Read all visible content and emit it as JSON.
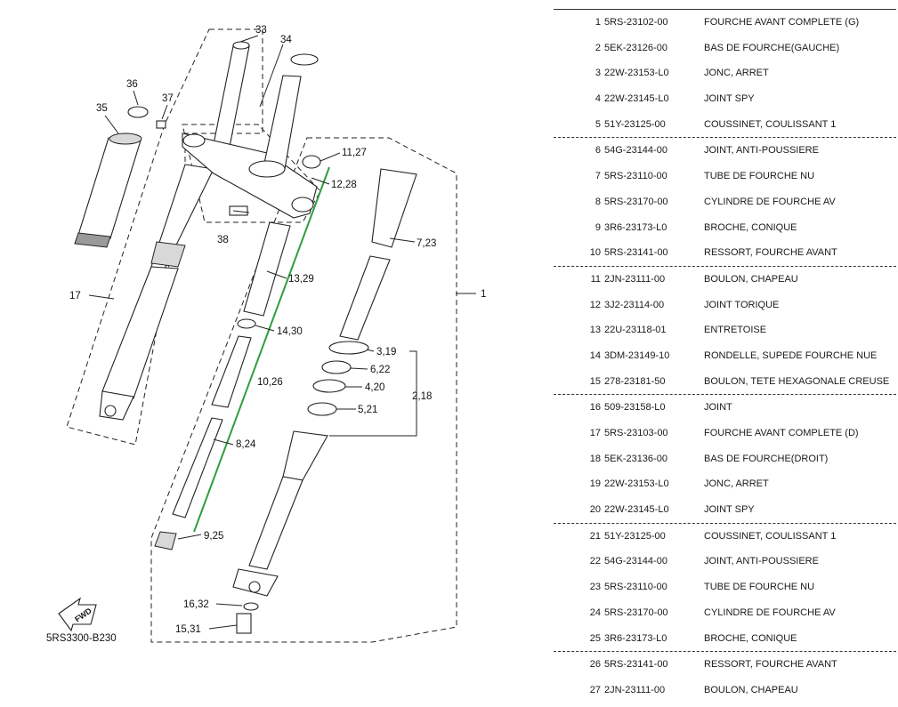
{
  "diagram": {
    "ref_code": "5RS3300-B230",
    "fwd_label": "FWD",
    "callouts": {
      "c33": "33",
      "c34": "34",
      "c36": "36",
      "c37": "37",
      "c35": "35",
      "c11_27": "11,27",
      "c12_28": "12,28",
      "c7_23": "7,23",
      "c38": "38",
      "c13_29": "13,29",
      "c1": "1",
      "c17": "17",
      "c14_30": "14,30",
      "c3_19": "3,19",
      "c6_22": "6,22",
      "c10_26": "10,26",
      "c4_20": "4,20",
      "c2_18": "2,18",
      "c5_21": "5,21",
      "c8_24": "8,24",
      "c9_25": "9,25",
      "c16_32": "16,32",
      "c15_31": "15,31"
    },
    "highlight_color": "#2e9e3e"
  },
  "parts": [
    {
      "idx": "1",
      "part_no": "5RS-23102-00",
      "desc": "FOURCHE AVANT COMPLETE (G)"
    },
    {
      "idx": "2",
      "part_no": "5EK-23126-00",
      "desc": "BAS DE FOURCHE(GAUCHE)"
    },
    {
      "idx": "3",
      "part_no": "22W-23153-L0",
      "desc": "JONC, ARRET"
    },
    {
      "idx": "4",
      "part_no": "22W-23145-L0",
      "desc": "JOINT SPY"
    },
    {
      "idx": "5",
      "part_no": "51Y-23125-00",
      "desc": "COUSSINET, COULISSANT 1"
    },
    {
      "idx": "6",
      "part_no": "54G-23144-00",
      "desc": "JOINT, ANTI-POUSSIERE"
    },
    {
      "idx": "7",
      "part_no": "5RS-23110-00",
      "desc": "TUBE DE FOURCHE NU"
    },
    {
      "idx": "8",
      "part_no": "5RS-23170-00",
      "desc": "CYLINDRE DE FOURCHE AV"
    },
    {
      "idx": "9",
      "part_no": "3R6-23173-L0",
      "desc": "BROCHE, CONIQUE"
    },
    {
      "idx": "10",
      "part_no": "5RS-23141-00",
      "desc": "RESSORT, FOURCHE AVANT"
    },
    {
      "idx": "11",
      "part_no": "2JN-23111-00",
      "desc": "BOULON, CHAPEAU"
    },
    {
      "idx": "12",
      "part_no": "3J2-23114-00",
      "desc": "JOINT TORIQUE"
    },
    {
      "idx": "13",
      "part_no": "22U-23118-01",
      "desc": "ENTRETOISE"
    },
    {
      "idx": "14",
      "part_no": "3DM-23149-10",
      "desc": "RONDELLE, SUPEDE FOURCHE NUE"
    },
    {
      "idx": "15",
      "part_no": "278-23181-50",
      "desc": "BOULON, TETE HEXAGONALE CREUSE"
    },
    {
      "idx": "16",
      "part_no": "509-23158-L0",
      "desc": "JOINT"
    },
    {
      "idx": "17",
      "part_no": "5RS-23103-00",
      "desc": "FOURCHE AVANT COMPLETE (D)"
    },
    {
      "idx": "18",
      "part_no": "5EK-23136-00",
      "desc": "BAS DE FOURCHE(DROIT)"
    },
    {
      "idx": "19",
      "part_no": "22W-23153-L0",
      "desc": "JONC, ARRET"
    },
    {
      "idx": "20",
      "part_no": "22W-23145-L0",
      "desc": "JOINT SPY"
    },
    {
      "idx": "21",
      "part_no": "51Y-23125-00",
      "desc": "COUSSINET, COULISSANT 1"
    },
    {
      "idx": "22",
      "part_no": "54G-23144-00",
      "desc": "JOINT, ANTI-POUSSIERE"
    },
    {
      "idx": "23",
      "part_no": "5RS-23110-00",
      "desc": "TUBE DE FOURCHE NU"
    },
    {
      "idx": "24",
      "part_no": "5RS-23170-00",
      "desc": "CYLINDRE DE FOURCHE AV"
    },
    {
      "idx": "25",
      "part_no": "3R6-23173-L0",
      "desc": "BROCHE, CONIQUE"
    },
    {
      "idx": "26",
      "part_no": "5RS-23141-00",
      "desc": "RESSORT, FOURCHE AVANT"
    },
    {
      "idx": "27",
      "part_no": "2JN-23111-00",
      "desc": "BOULON, CHAPEAU"
    }
  ]
}
